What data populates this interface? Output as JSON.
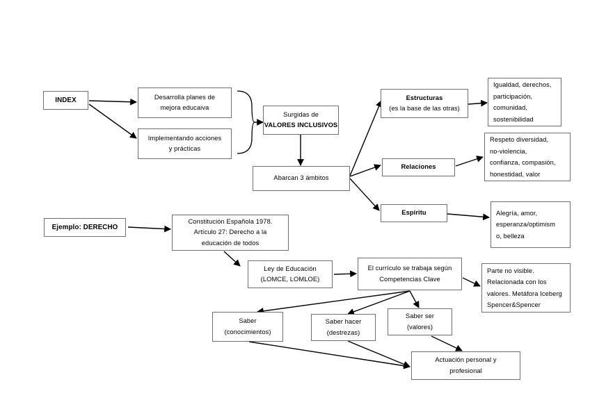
{
  "diagram": {
    "title": "Mapa conceptual INDEX - Valores inclusivos",
    "type": "flowchart",
    "stroke_color": "#6f6f6f",
    "arrow_color": "#000000",
    "background": "#ffffff"
  },
  "nodes": {
    "index": {
      "line1": "INDEX"
    },
    "desarrolla": {
      "line1": "Desarrolla planes de",
      "line2": "mejora educaiva"
    },
    "implementando": {
      "line1": "Implementando acciones",
      "line2": "y prácticas"
    },
    "surgidas": {
      "line1": "Surgidas de",
      "line2": "VALORES INCLUSIVOS"
    },
    "ambitos": {
      "line1": "Abarcan 3 ámbitos"
    },
    "estructuras": {
      "line1": "Estructuras",
      "line2": "(es la base de las otras)"
    },
    "relaciones": {
      "line1": "Relaciones"
    },
    "espiritu": {
      "line1": "Espíritu"
    },
    "estructuras_detalle": {
      "line1": "Igualdad, derechos,",
      "line2": "participación,",
      "line3": "comunidad,",
      "line4": "sostenibilidad"
    },
    "relaciones_detalle": {
      "line1": "Respeto diversidad,",
      "line2": "no-violencia,",
      "line3": "confianza, compasión,",
      "line4": "honestidad, valor"
    },
    "espiritu_detalle": {
      "line1": "Alegría, amor,",
      "line2": "esperanza/optimism",
      "line3": "o, belleza"
    },
    "ejemplo": {
      "line1": "Ejemplo: DERECHO"
    },
    "constitucion": {
      "line1": "Constitución Española 1978.",
      "line2": "Artículo 27: Derecho a la",
      "line3": "educación de todos"
    },
    "ley": {
      "line1": "Ley de Educación",
      "line2": "(LOMCE, LOMLOE)"
    },
    "curriculo": {
      "line1": "El currículo se trabaja según",
      "line2": "Competencias Clave"
    },
    "iceberg": {
      "line1": "Parte no visible.",
      "line2": "Relacionada con los",
      "line3": "valores. Metáfora Iceberg",
      "line4": "Spencer&Spencer"
    },
    "saber": {
      "line1": "Saber",
      "line2": "(conocimientos)"
    },
    "saber_hacer": {
      "line1": "Saber hacer",
      "line2": "(destrezas)"
    },
    "saber_ser": {
      "line1": "Saber ser",
      "line2": "(valores)"
    },
    "actuacion": {
      "line1": "Actuación personal y",
      "line2": "profesional"
    }
  },
  "connections": [
    {
      "from": "index",
      "to": "desarrolla"
    },
    {
      "from": "index",
      "to": "implementando"
    },
    {
      "from": "brace",
      "to": "surgidas"
    },
    {
      "from": "surgidas",
      "to": "ambitos"
    },
    {
      "from": "ambitos",
      "to": "estructuras"
    },
    {
      "from": "ambitos",
      "to": "relaciones"
    },
    {
      "from": "ambitos",
      "to": "espiritu"
    },
    {
      "from": "estructuras",
      "to": "estructuras_detalle"
    },
    {
      "from": "relaciones",
      "to": "relaciones_detalle"
    },
    {
      "from": "espiritu",
      "to": "espiritu_detalle"
    },
    {
      "from": "ejemplo",
      "to": "constitucion"
    },
    {
      "from": "constitucion",
      "to": "ley"
    },
    {
      "from": "ley",
      "to": "curriculo"
    },
    {
      "from": "curriculo",
      "to": "iceberg"
    },
    {
      "from": "curriculo",
      "to": "saber"
    },
    {
      "from": "curriculo",
      "to": "saber_hacer"
    },
    {
      "from": "curriculo",
      "to": "saber_ser"
    },
    {
      "from": "saber",
      "to": "actuacion"
    },
    {
      "from": "saber_hacer",
      "to": "actuacion"
    },
    {
      "from": "saber_ser",
      "to": "actuacion"
    }
  ]
}
